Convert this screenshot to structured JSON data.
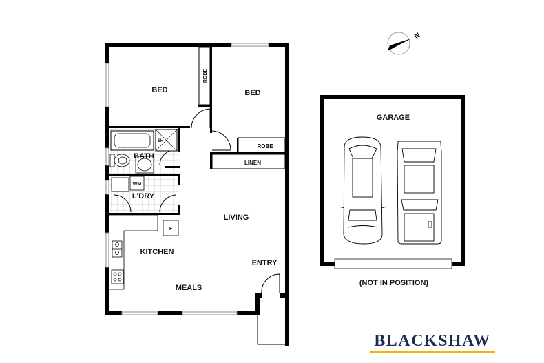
{
  "floorplan": {
    "rooms": {
      "bed1": "BED",
      "bed2": "BED",
      "robe1": "ROBE",
      "robe2": "ROBE",
      "linen": "LINEN",
      "bath": "BATH",
      "shower": "SH",
      "laundry": "L'DRY",
      "washing_machine": "WM",
      "fridge": "F",
      "living": "LIVING",
      "kitchen": "KITCHEN",
      "entry": "ENTRY",
      "meals": "MEALS"
    },
    "garage": {
      "label": "GARAGE",
      "note": "(NOT IN POSITION)"
    },
    "compass": {
      "label": "N"
    }
  },
  "brand": {
    "name": "BLACKSHAW",
    "text_color": "#1f2a55",
    "accent_color": "#f2b705"
  }
}
